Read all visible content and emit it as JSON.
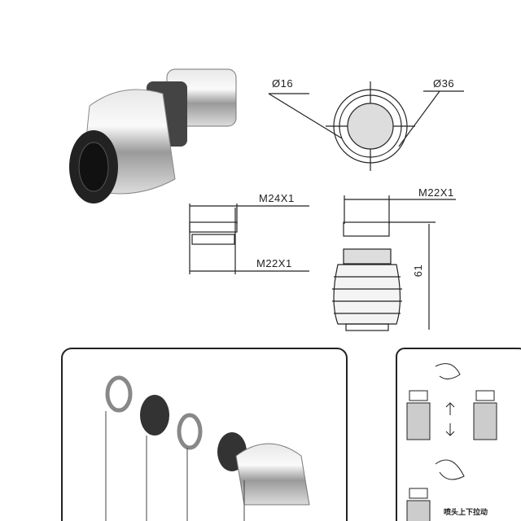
{
  "labels": {
    "dia_small": "Ø16",
    "dia_large": "Ø36",
    "adapter_top": "M24X1",
    "adapter_bottom": "M22X1",
    "aerator_top": "M22X1",
    "height": "61"
  },
  "instructions": {
    "caption": "喷头上下拉动"
  },
  "colors": {
    "line": "#222222",
    "metal": "#b8b8b8"
  }
}
